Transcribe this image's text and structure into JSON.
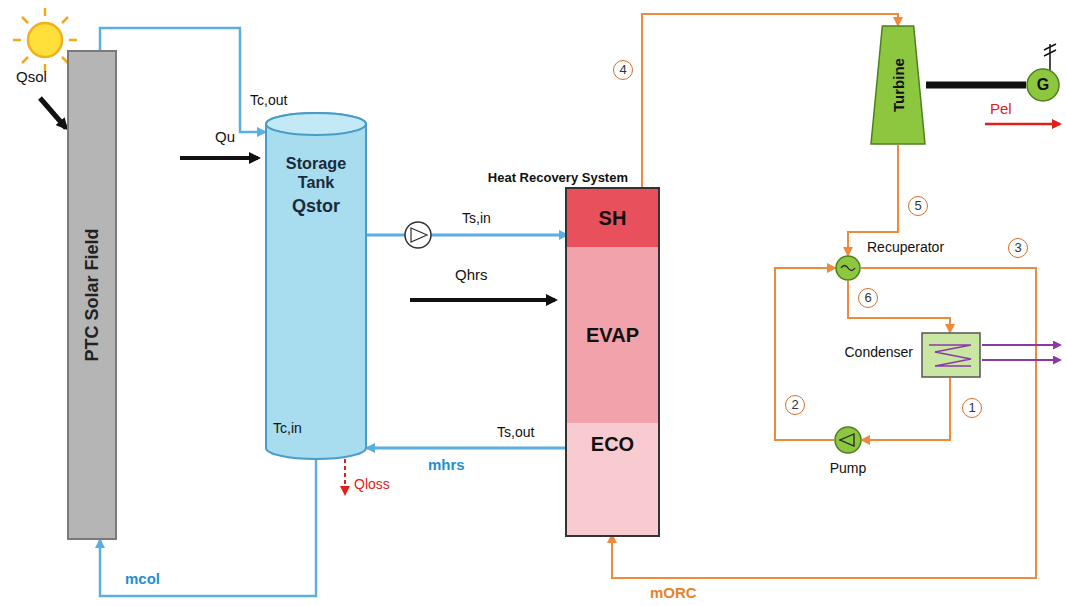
{
  "diagram": {
    "nodes": [
      {
        "text": [
          "PTC Solar Field"
        ]
      },
      {
        "text": [
          "Storage Tank",
          "Qstor"
        ]
      },
      {
        "text": [
          "Heat Recovery System"
        ]
      },
      {
        "text": [
          "SH"
        ],
        "in": 2
      },
      {
        "text": [
          "EVAP"
        ],
        "in": 2
      },
      {
        "text": [
          "ECO"
        ],
        "in": 2
      },
      {
        "text": [
          "Turbine"
        ]
      },
      {
        "text": [
          "G"
        ]
      },
      {
        "text": [
          "Recuperator"
        ]
      },
      {
        "text": [
          "Condenser"
        ]
      },
      {
        "text": [
          "Pump"
        ]
      }
    ],
    "edges": [
      {
        "from": 0,
        "to": 1,
        "arrow": "to"
      },
      {
        "from": 1,
        "to": 0,
        "arrow": "to"
      },
      {
        "from": 1,
        "to": 3,
        "arrow": "to"
      },
      {
        "from": 5,
        "to": 1,
        "arrow": "to"
      },
      {
        "from": 3,
        "to": 6,
        "arrow": "to"
      },
      {
        "from": 6,
        "to": 8,
        "arrow": "to"
      },
      {
        "from": 8,
        "to": 9,
        "arrow": "to"
      },
      {
        "from": 9,
        "to": 10,
        "arrow": "to"
      },
      {
        "from": 10,
        "to": 8,
        "arrow": "to"
      },
      {
        "from": 8,
        "to": 5,
        "arrow": "to"
      },
      {
        "from": 6,
        "to": 7,
        "arrow": "none"
      }
    ],
    "labels": [
      "Qsol",
      "Tc,out",
      "Qu",
      "Tc,in",
      "mcol",
      "Qloss",
      "Ts,in",
      "Qhrs",
      "Ts,out",
      "mhrs",
      "Pel",
      "mORC",
      "4",
      "5",
      "3",
      "6",
      "2",
      "1"
    ]
  }
}
